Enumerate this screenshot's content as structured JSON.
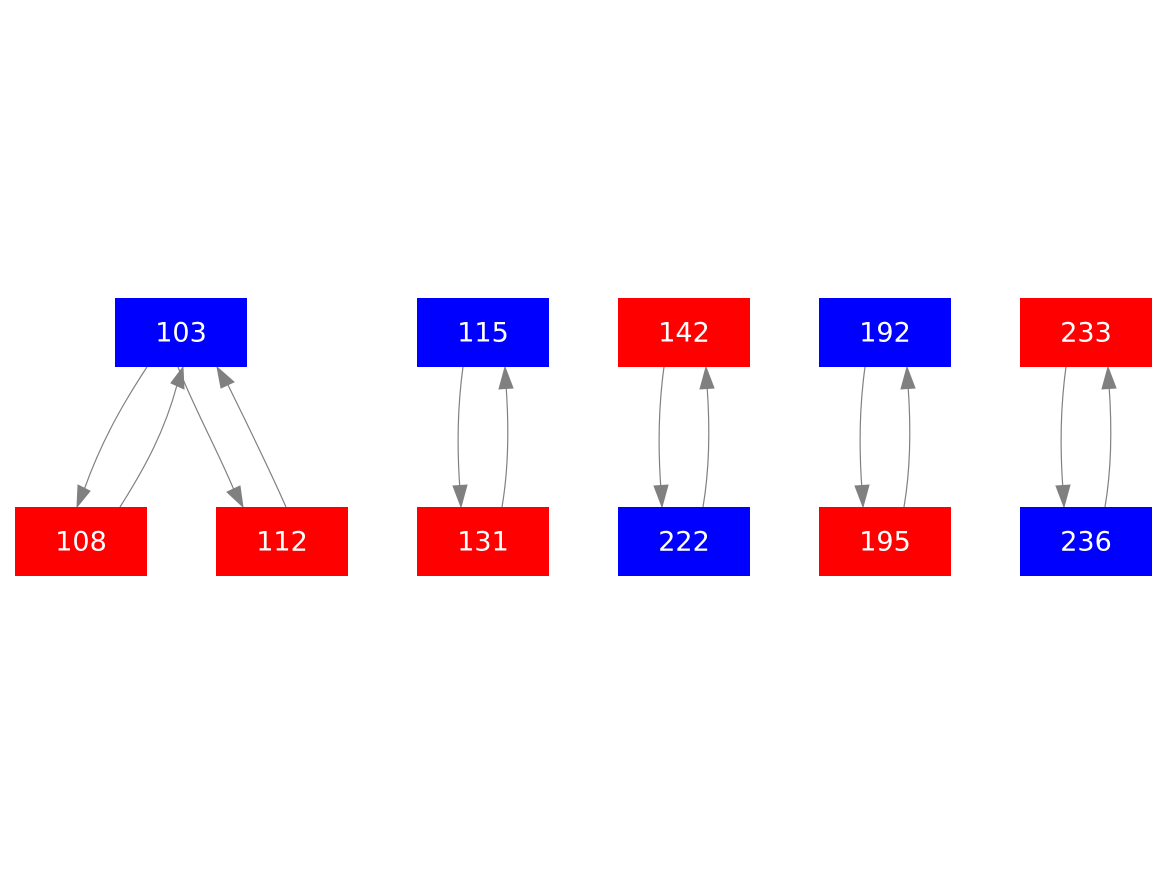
{
  "colors": {
    "red": "#ff0000",
    "blue": "#0000ff",
    "edge": "#808080",
    "label": "#ffffff"
  },
  "nodes": [
    {
      "id": "n103",
      "label": "103",
      "color": "blue"
    },
    {
      "id": "n108",
      "label": "108",
      "color": "red"
    },
    {
      "id": "n112",
      "label": "112",
      "color": "red"
    },
    {
      "id": "n115",
      "label": "115",
      "color": "blue"
    },
    {
      "id": "n131",
      "label": "131",
      "color": "red"
    },
    {
      "id": "n142",
      "label": "142",
      "color": "red"
    },
    {
      "id": "n222",
      "label": "222",
      "color": "blue"
    },
    {
      "id": "n192",
      "label": "192",
      "color": "blue"
    },
    {
      "id": "n195",
      "label": "195",
      "color": "red"
    },
    {
      "id": "n233",
      "label": "233",
      "color": "red"
    },
    {
      "id": "n236",
      "label": "236",
      "color": "blue"
    }
  ],
  "edges": [
    {
      "from": "103",
      "to": "108"
    },
    {
      "from": "108",
      "to": "103"
    },
    {
      "from": "103",
      "to": "112"
    },
    {
      "from": "112",
      "to": "103"
    },
    {
      "from": "115",
      "to": "131"
    },
    {
      "from": "131",
      "to": "115"
    },
    {
      "from": "142",
      "to": "222"
    },
    {
      "from": "222",
      "to": "142"
    },
    {
      "from": "192",
      "to": "195"
    },
    {
      "from": "195",
      "to": "192"
    },
    {
      "from": "233",
      "to": "236"
    },
    {
      "from": "236",
      "to": "233"
    }
  ]
}
